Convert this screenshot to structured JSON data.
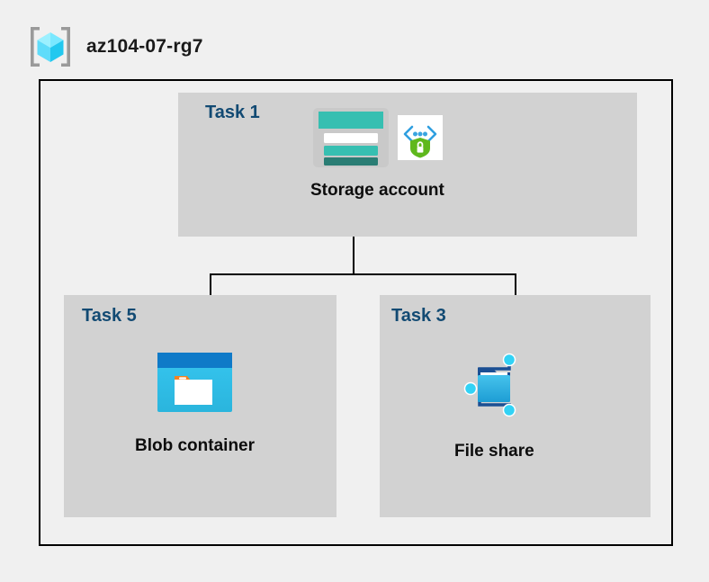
{
  "header": {
    "resource_group_name": "az104-07-rg7",
    "icon": "resource-group-icon"
  },
  "diagram": {
    "type": "hierarchy",
    "root": "Storage account",
    "panels": [
      {
        "id": "task1",
        "task_label": "Task 1",
        "node_caption": "Storage account",
        "icons": [
          "storage-account-icon",
          "secure-endpoint-icon"
        ]
      },
      {
        "id": "task5",
        "task_label": "Task 5",
        "node_caption": "Blob container",
        "icons": [
          "blob-container-icon"
        ]
      },
      {
        "id": "task3",
        "task_label": "Task 3",
        "node_caption": "File share",
        "icons": [
          "file-share-icon"
        ]
      }
    ],
    "connections": [
      {
        "from": "Storage account",
        "to": "Blob container"
      },
      {
        "from": "Storage account",
        "to": "File share"
      }
    ]
  },
  "colors": {
    "background": "#f0f0f0",
    "panel": "#d2d2d2",
    "task_label": "#124a73",
    "caption": "#0d0d0d",
    "border": "#000000",
    "storage_teal": "#36bfb1",
    "storage_teal_dark": "#2a7d74",
    "blob_blue": "#0f7ac8",
    "blob_cyan": "#32bde8",
    "blob_orange": "#f58220",
    "fileshare_blue": "#32b0e0",
    "shield_green": "#5fb81d",
    "cube_cyan": "#50e6ff",
    "bracket_gray": "#9a9a9a"
  }
}
